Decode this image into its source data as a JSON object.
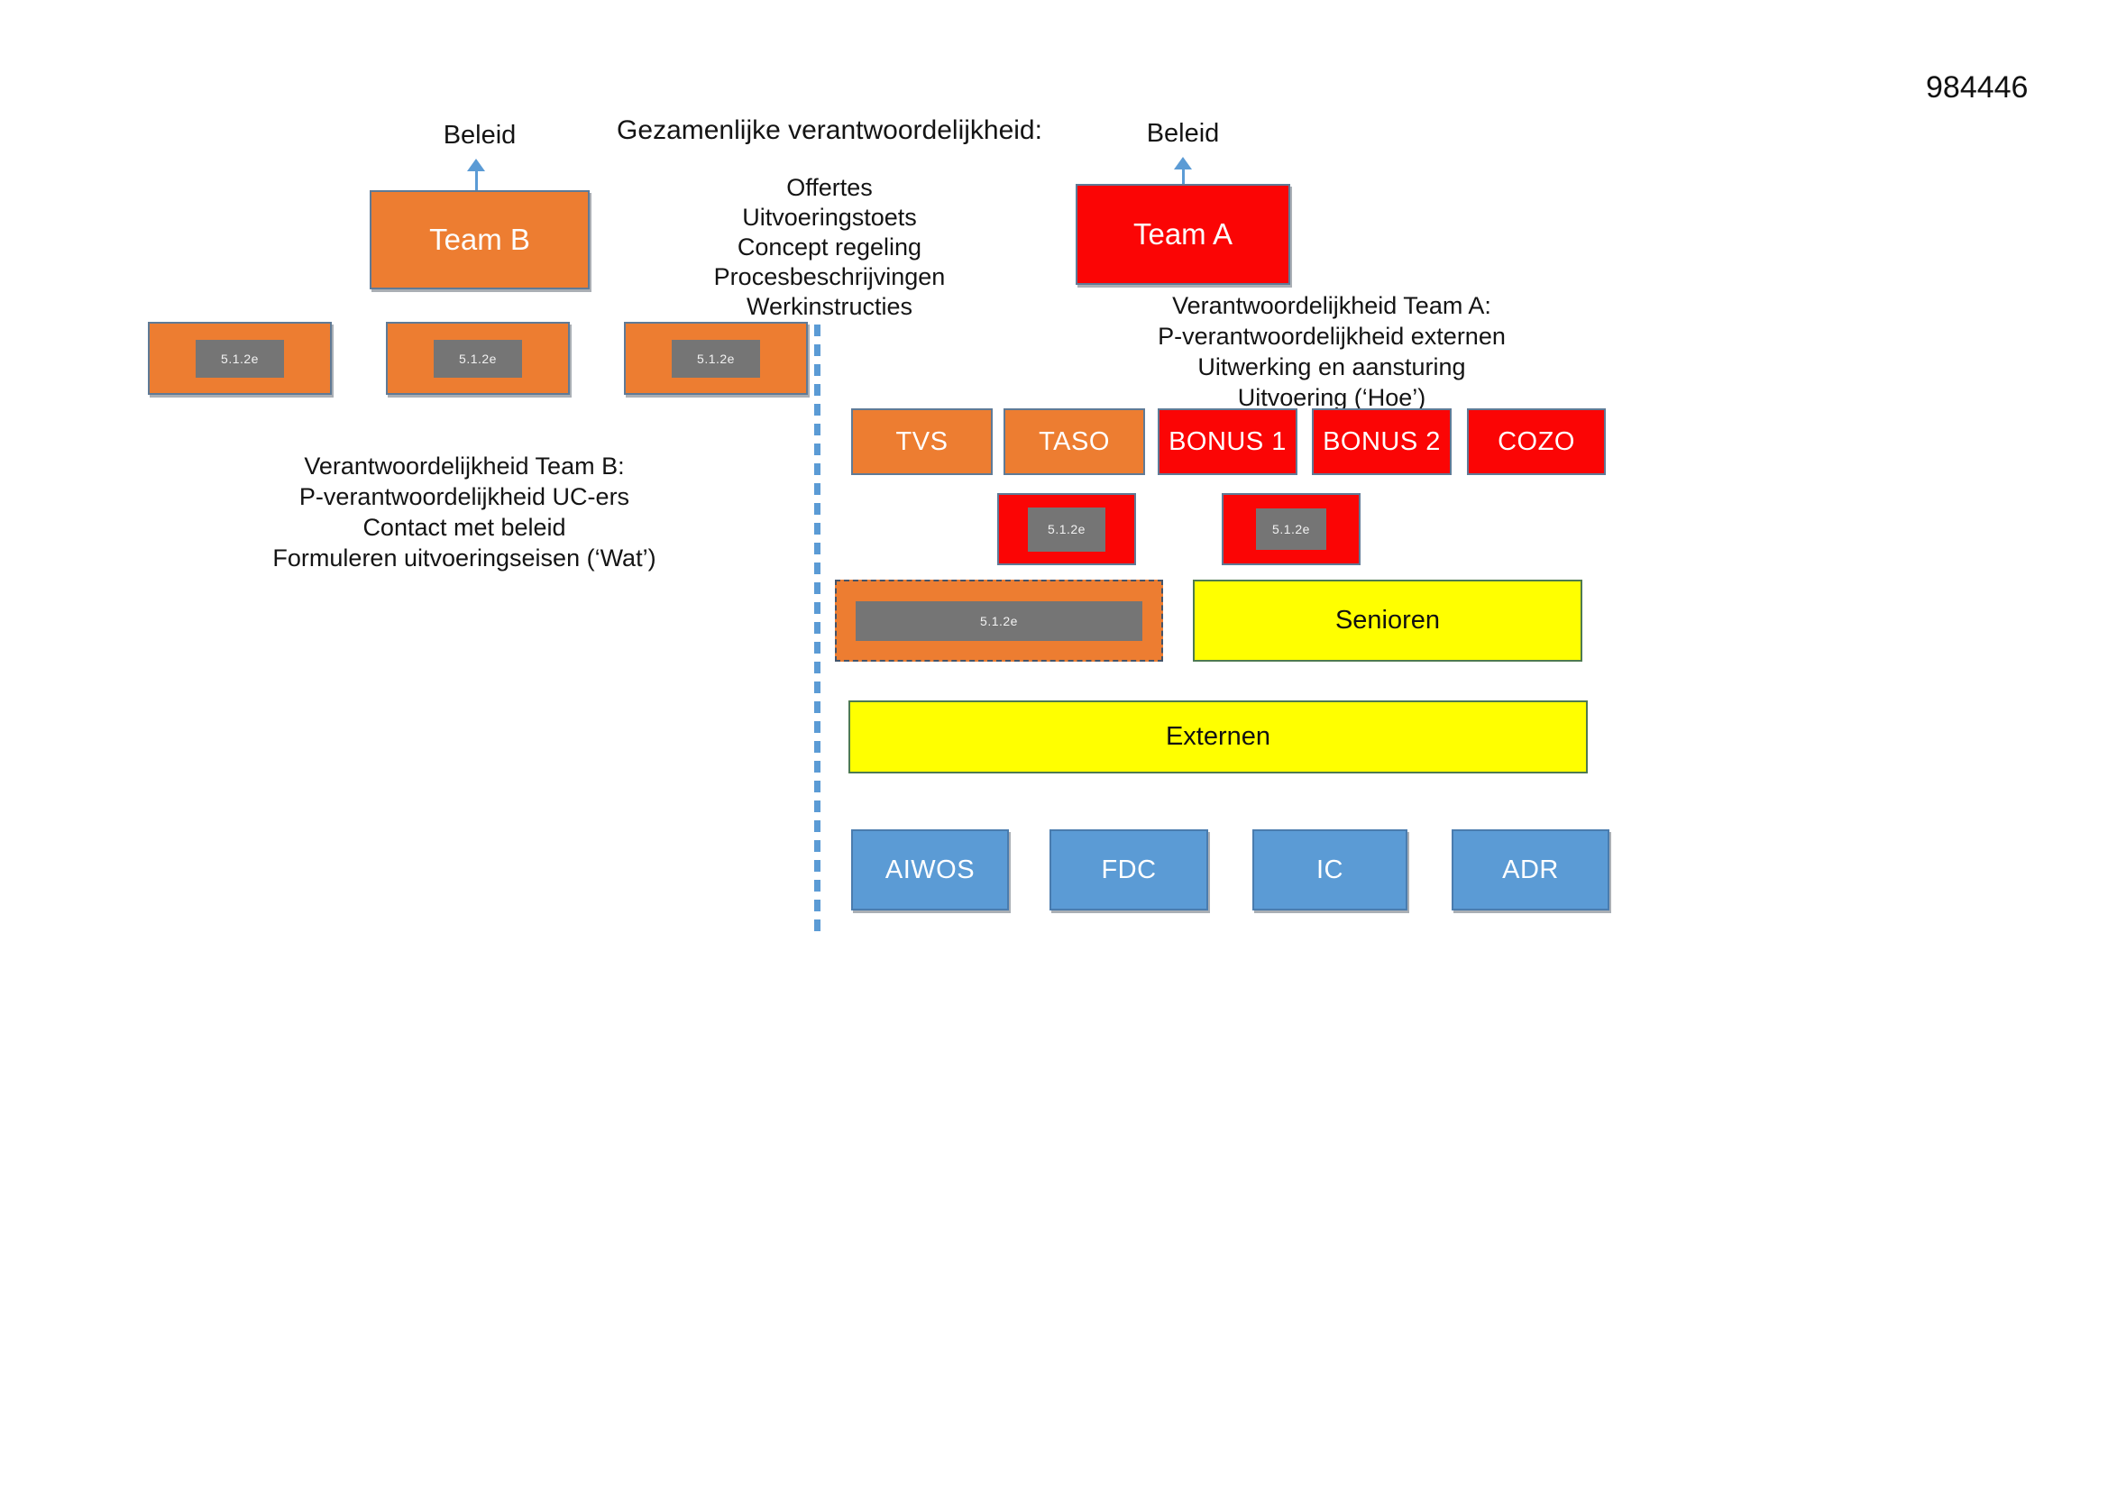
{
  "page": {
    "doc_number": "984446"
  },
  "colors": {
    "orange": "#ED7D31",
    "red": "#FB0505",
    "yellow": "#FFFF00",
    "blue": "#5B9BD5",
    "redaction_gray": "#757575",
    "arrow_blue": "#5B9BD5",
    "divider_blue": "#5B9BD5"
  },
  "left": {
    "beleid_label": "Beleid",
    "team_box": {
      "label": "Team B",
      "color": "orange"
    },
    "redacted_boxes": [
      "5.1.2e",
      "5.1.2e",
      "5.1.2e"
    ],
    "responsibilities": {
      "title": "Verantwoordelijkheid Team B:",
      "lines": [
        "P-verantwoordelijkheid UC-ers",
        "Contact met beleid",
        "Formuleren uitvoeringseisen (‘Wat’)"
      ]
    }
  },
  "center": {
    "title": "Gezamenlijke verantwoordelijkheid:",
    "items": [
      "Offertes",
      "Uitvoeringstoets",
      "Concept regeling",
      "Procesbeschrijvingen",
      "Werkinstructies"
    ]
  },
  "right": {
    "beleid_label": "Beleid",
    "team_box": {
      "label": "Team A",
      "color": "red"
    },
    "responsibilities": {
      "title": "Verantwoordelijkheid Team A:",
      "lines": [
        "P-verantwoordelijkheid externen",
        "Uitwerking en aansturing",
        "Uitvoering (‘Hoe’)"
      ]
    },
    "unit_row": [
      {
        "label": "TVS",
        "color": "orange"
      },
      {
        "label": "TASO",
        "color": "orange"
      },
      {
        "label": "BONUS 1",
        "color": "red"
      },
      {
        "label": "BONUS 2",
        "color": "red"
      },
      {
        "label": "COZO",
        "color": "red"
      }
    ],
    "redacted_red_boxes": [
      "5.1.2e",
      "5.1.2e"
    ],
    "redacted_dashed_box": "5.1.2e",
    "senioren_label": "Senioren",
    "externen_label": "Externen",
    "bottom_row": [
      "AIWOS",
      "FDC",
      "IC",
      "ADR"
    ]
  }
}
